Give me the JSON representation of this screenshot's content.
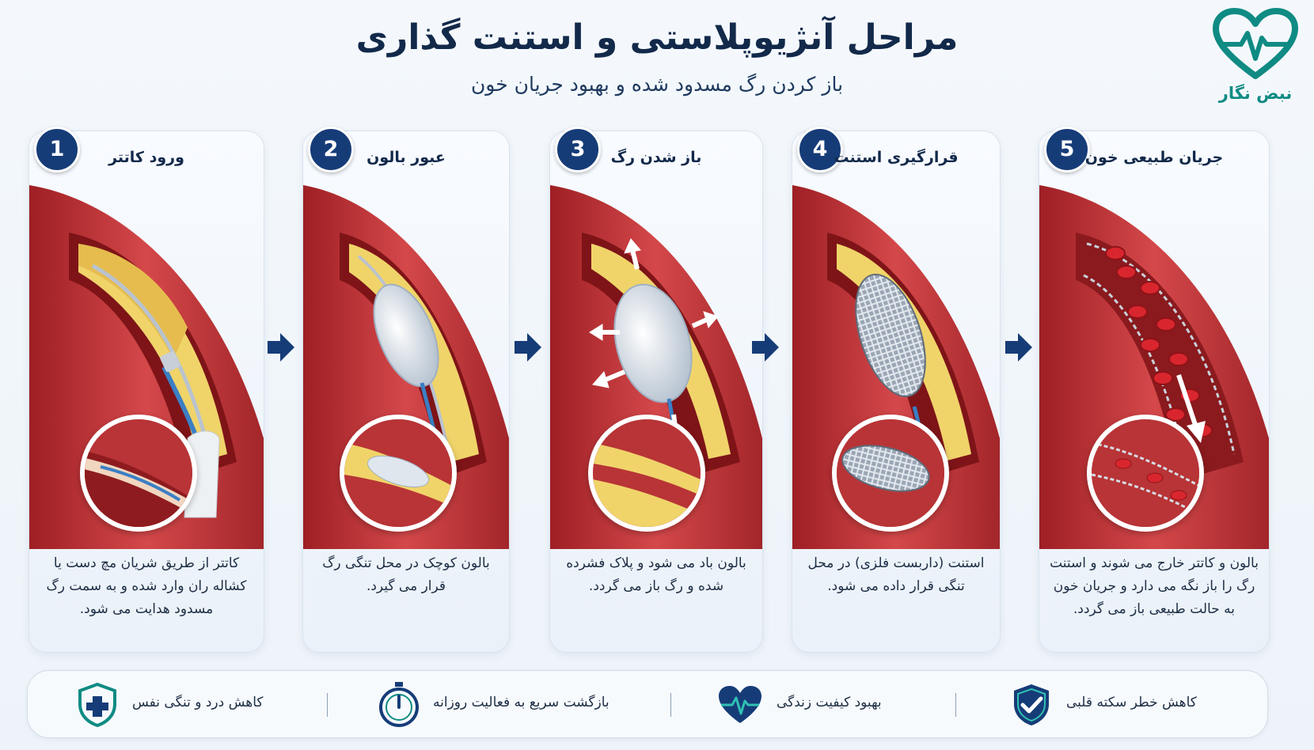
{
  "header": {
    "title": "مراحل آنژیوپلاستی و استنت گذاری",
    "subtitle": "باز کردن رگ مسدود شده و بهبود جریان خون"
  },
  "logo": {
    "name": "نبض نگار",
    "icon": "heart-pulse-icon",
    "color": "#0f8b83"
  },
  "steps": [
    {
      "number": "1",
      "title": "ورود کاتتر",
      "description": "کاتتر از طریق شریان مچ دست یا کشاله ران وارد شده و به سمت رگ مسدود هدایت می شود."
    },
    {
      "number": "2",
      "title": "عبور بالون",
      "description": "بالون کوچک در محل تنگی رگ قرار می گیرد."
    },
    {
      "number": "3",
      "title": "باز شدن رگ",
      "description": "بالون باد می شود و پلاک فشرده شده و رگ باز می گردد."
    },
    {
      "number": "4",
      "title": "قرارگیری استنت",
      "description": "استنت (داربست فلزی) در محل تنگی قرار داده می شود."
    },
    {
      "number": "5",
      "title": "جریان طبیعی خون",
      "description": "بالون و کاتتر خارج می شوند و استنت رگ را باز نگه می دارد و جریان خون به حالت طبیعی باز می گردد."
    }
  ],
  "benefits": [
    {
      "label": "کاهش درد و تنگی نفس",
      "icon": "shield-medical-cross-icon"
    },
    {
      "label": "بازگشت سریع به فعالیت روزانه",
      "icon": "stopwatch-icon"
    },
    {
      "label": "بهبود کیفیت زندگی",
      "icon": "heart-pulse-icon"
    },
    {
      "label": "کاهش خطر سکته قلبی",
      "icon": "shield-check-icon"
    }
  ],
  "colors": {
    "navy": "#163c78",
    "teal": "#0f8b83",
    "artery_red": "#b82a2d",
    "plaque_yellow": "#e8c25a"
  }
}
